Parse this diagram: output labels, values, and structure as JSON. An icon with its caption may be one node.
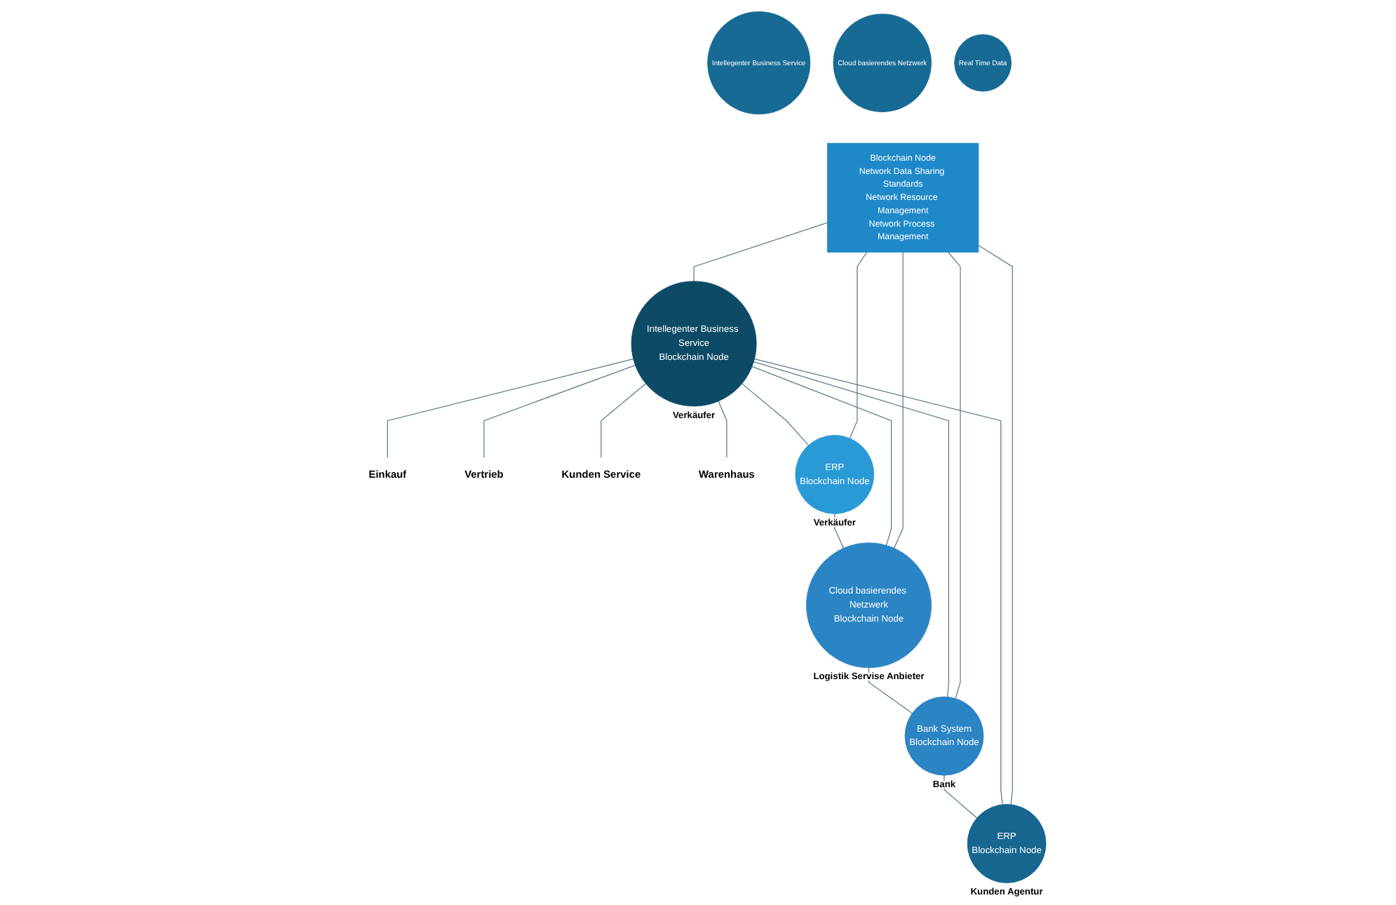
{
  "diagram": {
    "nodes": [
      {
        "text": [
          "Real Time Data"
        ]
      },
      {
        "text": [
          "Cloud basierendes Netzwerk"
        ]
      },
      {
        "text": [
          "Intellegenter Business Service"
        ]
      },
      {
        "text": [
          "Blockchain Node",
          "Network Data Sharing Standards",
          "Network Resource Management",
          "Network Process Management"
        ]
      },
      {
        "text": [
          "Einkauf"
        ]
      },
      {
        "text": [
          "Vertrieb"
        ]
      },
      {
        "text": [
          "Intellegenter Business Service",
          "Blockchain Node"
        ],
        "beside": [
          "Verkäufer"
        ]
      },
      {
        "text": [
          "Kunden Service"
        ]
      },
      {
        "text": [
          "Warenhaus"
        ]
      },
      {
        "text": [
          "ERP",
          "Blockchain Node"
        ],
        "beside": [
          "Verkäufer"
        ]
      },
      {
        "text": [
          "Cloud basierendes Netzwerk",
          "Blockchain Node"
        ],
        "beside": [
          "Logistik Servise Anbieter"
        ]
      },
      {
        "text": [
          "Bank System",
          "Blockchain Node"
        ],
        "beside": [
          "Bank"
        ]
      },
      {
        "text": [
          "ERP",
          "Blockchain Node"
        ],
        "beside": [
          "Kunden Agentur"
        ]
      }
    ],
    "edges": [
      {
        "from": 3,
        "to": 6,
        "arrow": "none"
      },
      {
        "from": 3,
        "to": 9,
        "arrow": "none"
      },
      {
        "from": 3,
        "to": 10,
        "arrow": "none"
      },
      {
        "from": 3,
        "to": 11,
        "arrow": "none"
      },
      {
        "from": 3,
        "to": 12,
        "arrow": "none"
      },
      {
        "from": 6,
        "to": 9,
        "arrow": "none"
      },
      {
        "from": 6,
        "to": 10,
        "arrow": "none"
      },
      {
        "from": 6,
        "to": 11,
        "arrow": "none"
      },
      {
        "from": 6,
        "to": 12,
        "arrow": "none"
      },
      {
        "from": 9,
        "to": 10,
        "arrow": "none"
      },
      {
        "from": 10,
        "to": 11,
        "arrow": "none"
      },
      {
        "from": 11,
        "to": 12,
        "arrow": "none"
      },
      {
        "from": 6,
        "to": 4,
        "arrow": "none"
      },
      {
        "from": 6,
        "to": 5,
        "arrow": "none"
      },
      {
        "from": 6,
        "to": 7,
        "arrow": "none"
      },
      {
        "from": 6,
        "to": 8,
        "arrow": "none"
      }
    ]
  }
}
